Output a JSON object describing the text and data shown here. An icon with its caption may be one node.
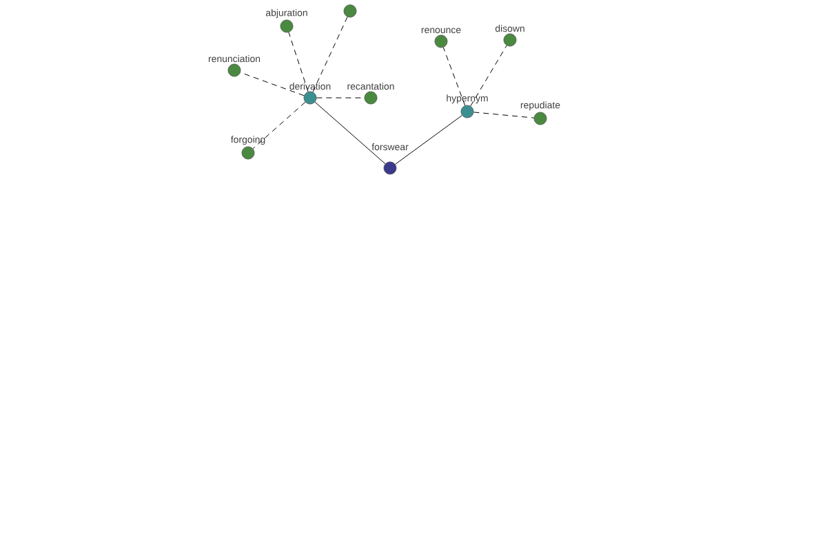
{
  "diagram": {
    "nodes": [
      {
        "text": [
          "forswear"
        ]
      },
      {
        "text": [
          "derivation"
        ]
      },
      {
        "text": [
          "hypernym"
        ]
      },
      {
        "text": [
          "abjuration"
        ]
      },
      {
        "text": [],
        "shape": "circle"
      },
      {
        "text": [
          "renunciation"
        ]
      },
      {
        "text": [
          "recantation"
        ]
      },
      {
        "text": [
          "forgoing"
        ]
      },
      {
        "text": [
          "renounce"
        ]
      },
      {
        "text": [
          "disown"
        ]
      },
      {
        "text": [
          "repudiate"
        ]
      }
    ],
    "edges": [
      {
        "from": 0,
        "to": 1,
        "arrow": "none"
      },
      {
        "from": 0,
        "to": 2,
        "arrow": "none"
      },
      {
        "from": 1,
        "to": 3,
        "arrow": "none",
        "style": "dashed"
      },
      {
        "from": 1,
        "to": 4,
        "arrow": "none",
        "style": "dashed"
      },
      {
        "from": 1,
        "to": 5,
        "arrow": "none",
        "style": "dashed"
      },
      {
        "from": 1,
        "to": 6,
        "arrow": "none",
        "style": "dashed"
      },
      {
        "from": 1,
        "to": 7,
        "arrow": "none",
        "style": "dashed"
      },
      {
        "from": 2,
        "to": 8,
        "arrow": "none",
        "style": "dashed"
      },
      {
        "from": 2,
        "to": 9,
        "arrow": "none",
        "style": "dashed"
      },
      {
        "from": 2,
        "to": 10,
        "arrow": "none",
        "style": "dashed"
      }
    ]
  }
}
